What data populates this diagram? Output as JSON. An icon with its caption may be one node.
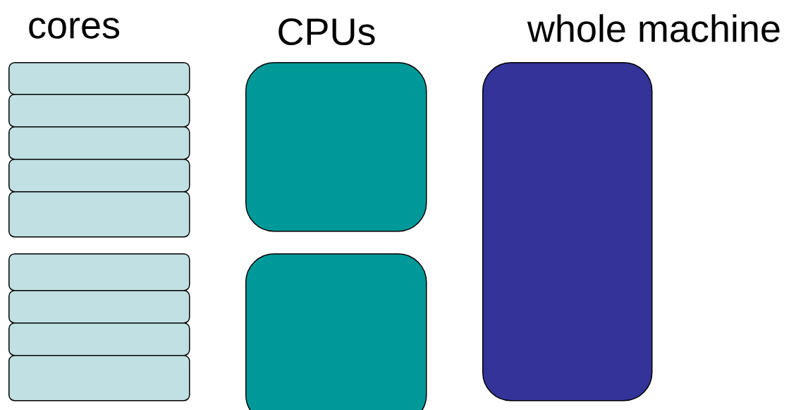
{
  "diagram": {
    "nodes": [
      {
        "text": [],
        "shape": "box"
      },
      {
        "text": [],
        "shape": "box"
      },
      {
        "text": [],
        "shape": "box"
      },
      {
        "text": [],
        "shape": "box"
      },
      {
        "text": [],
        "shape": "box"
      },
      {
        "text": [],
        "shape": "box"
      },
      {
        "text": [],
        "shape": "box"
      },
      {
        "text": [],
        "shape": "box"
      },
      {
        "text": [],
        "shape": "box"
      },
      {
        "text": [],
        "shape": "box"
      },
      {
        "text": [],
        "shape": "box"
      },
      {
        "text": [],
        "shape": "box"
      }
    ],
    "labels": [
      "cores",
      "CPUs",
      "whole machine"
    ]
  }
}
